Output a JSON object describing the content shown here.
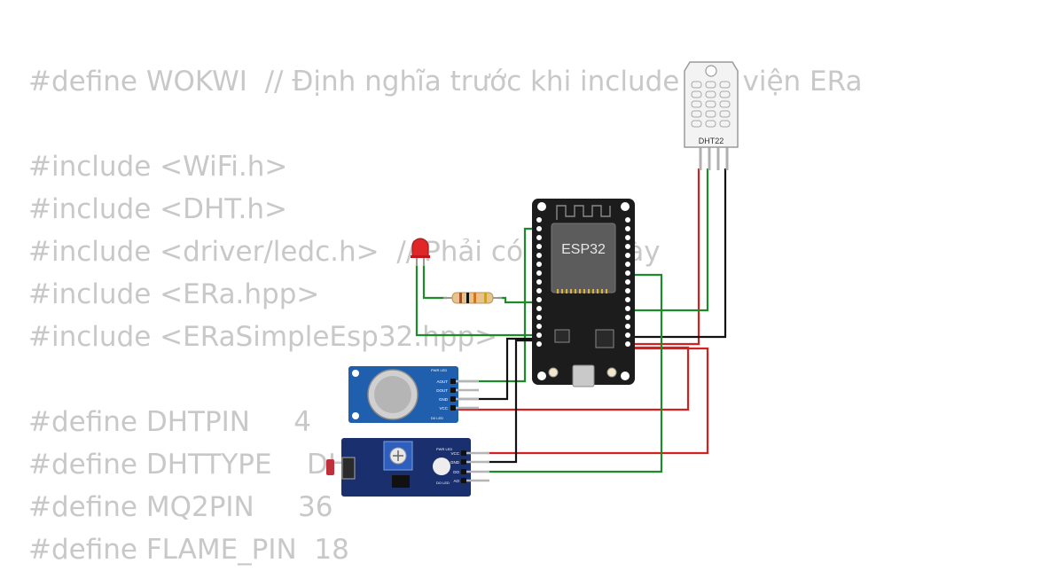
{
  "code_lines": [
    "#define WOKWI  // Định nghĩa trước khi include thư viện ERa",
    "",
    "#include <WiFi.h>",
    "#include <DHT.h>",
    "#include <driver/ledc.h>  // Phải có dòng này",
    "#include <ERa.hpp>",
    "#include <ERaSimpleEsp32.hpp>",
    "",
    "#define DHTPIN     4",
    "#define DHTTYPE    DHT22",
    "#define MQ2PIN     36",
    "#define FLAME_PIN  18"
  ],
  "components": {
    "esp32": {
      "label": "ESP32"
    },
    "dht22": {
      "label": "DHT22"
    },
    "mq2": {
      "pins": [
        "AOUT",
        "DOUT",
        "GND",
        "VCC"
      ],
      "pwr_label": "PWR LED",
      "d0_label": "D0 LED"
    },
    "flame": {
      "pins": [
        "VCC",
        "GND",
        "DO",
        "AO"
      ],
      "pwr_label": "PWR LED",
      "d0_label": "DO LED"
    },
    "led": {
      "color": "red"
    },
    "resistor": {}
  },
  "colors": {
    "code_text": "#c8c8c8",
    "wire_green": "#1f8a2c",
    "wire_red": "#d42020",
    "wire_black": "#111111",
    "esp32_board": "#1c1c1c",
    "sensor_board_mq2": "#1f5fae",
    "sensor_board_flame": "#1a2f6d"
  }
}
